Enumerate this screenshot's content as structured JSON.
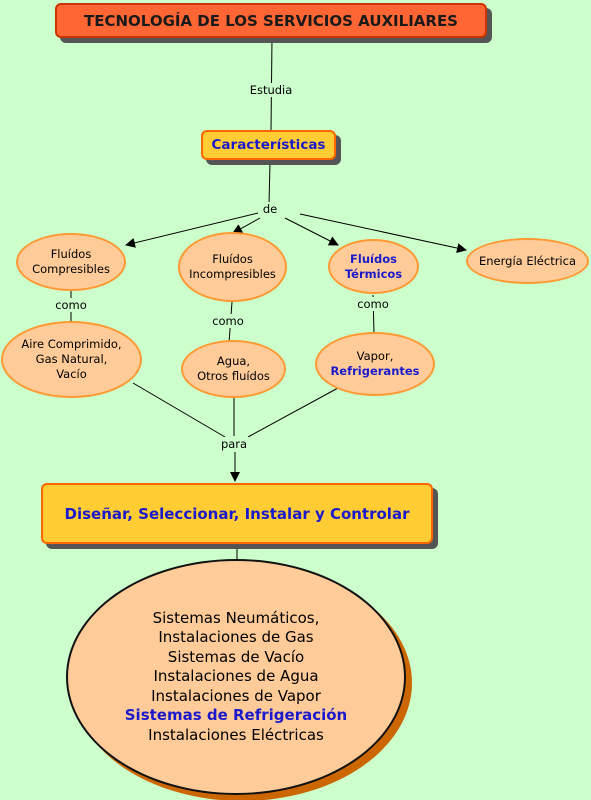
{
  "title": "TECNOLOGÍA DE LOS SERVICIOS AUXILIARES",
  "links": {
    "estudia": "Estudia",
    "de": "de",
    "como_1": "como",
    "como_2": "como",
    "como_3": "como",
    "para": "para"
  },
  "caracteristicas": "Características",
  "categories": {
    "compresibles": [
      "Fluídos",
      "Compresibles"
    ],
    "incompresibles": [
      "Fluídos",
      "Incompresibles"
    ],
    "termicos": [
      "Fluídos",
      "Térmicos"
    ],
    "electrica": "Energía Eléctrica"
  },
  "examples": {
    "compresibles": [
      "Aire Comprimido,",
      "Gas Natural,",
      "Vacío"
    ],
    "incompresibles": [
      "Agua,",
      "Otros fluídos"
    ],
    "termicos": [
      "Vapor,",
      "Refrigerantes"
    ]
  },
  "actions": "Diseñar, Seleccionar, Instalar y Controlar",
  "systems": [
    "Sistemas Neumáticos,",
    "Instalaciones de Gas",
    "Sistemas de Vacío",
    "Instalaciones de Agua",
    "Instalaciones de Vapor",
    "Sistemas de Refrigeración",
    "Instalaciones Eléctricas"
  ],
  "colors": {
    "background": "#ccffcc",
    "title_box": "#ff6633",
    "concept_box": "#ffcc33",
    "node_fill": "#ffcc99",
    "highlight_text": "#1a1acc"
  }
}
